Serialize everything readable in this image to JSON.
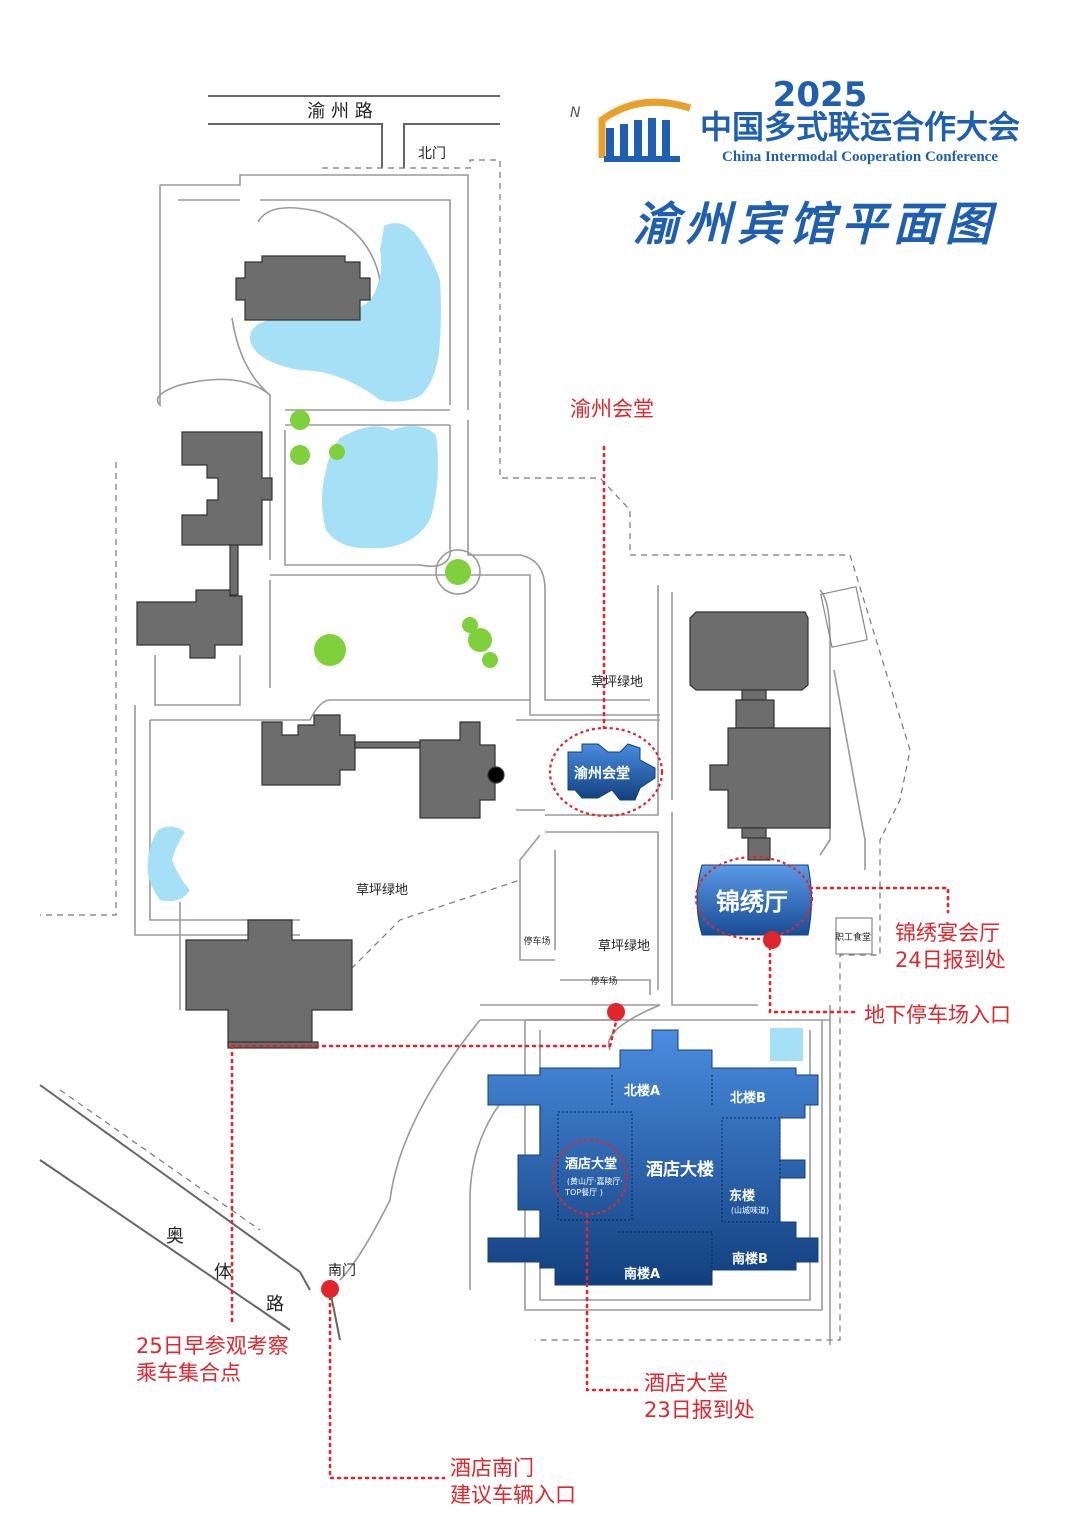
{
  "header": {
    "year": "2025",
    "conference_cn": "中国多式联运合作大会",
    "conference_en": "China Intermodal Cooperation Conference",
    "map_title": "渝州宾馆平面图"
  },
  "compass": "N",
  "roads": {
    "north_road": "渝 州 路",
    "south_road_1": "奥",
    "south_road_2": "体",
    "south_road_3": "路"
  },
  "gates": {
    "north_gate": "北门",
    "south_gate": "南门"
  },
  "areas": {
    "lawn_1": "草坪绿地",
    "lawn_2": "草坪绿地",
    "lawn_3": "草坪绿地",
    "parking_1": "停车场",
    "parking_2": "停车场",
    "staff_canteen": "职工食堂"
  },
  "buildings": {
    "yuzhou_hall": "渝州会堂",
    "jinxiu_hall": "锦绣厅",
    "north_a": "北楼A",
    "north_b": "北楼B",
    "hotel_main": "酒店大楼",
    "lobby": "酒店大堂",
    "lobby_sub_1": "(黄山厅·嘉陵厅·",
    "lobby_sub_2": "TOP餐厅 )",
    "east_building": "东楼",
    "east_sub": "(山城味道)",
    "south_a": "南楼A",
    "south_b": "南楼B"
  },
  "callouts": {
    "yuzhou_hall": "渝州会堂",
    "jinxiu_1": "锦绣宴会厅",
    "jinxiu_2": "24日报到处",
    "underground_parking": "地下停车场入口",
    "assembly_1": "25日早参观考察",
    "assembly_2": "乘车集合点",
    "lobby_1": "酒店大堂",
    "lobby_2": "23日报到处",
    "south_gate_1": "酒店南门",
    "south_gate_2": "建议车辆入口"
  },
  "colors": {
    "callout_red": "#e0262b",
    "building_gray": "#6d6d6d",
    "hotel_blue": "#2a66c0",
    "hotel_blue_dark": "#123f7e",
    "lake_blue": "#a6e0f7",
    "title_blue": "#1f5fb1",
    "logo_gold": "#e7a12b",
    "tree_green": "#7ed13a"
  }
}
